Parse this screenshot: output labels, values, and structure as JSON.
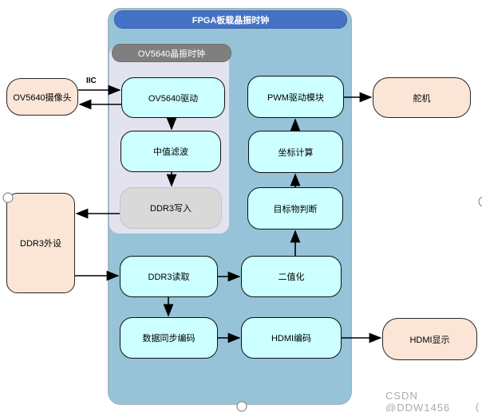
{
  "diagram": {
    "title_bar": "FPGA板载晶振时钟",
    "sub_title_bar": "OV5640晶振时钟",
    "blocks": {
      "ov5640_driver": "OV5640驱动",
      "median_filter": "中值滤波",
      "ddr3_write": "DDR3写入",
      "ddr3_read": "DDR3读取",
      "data_sync_encoding": "数据同步编码",
      "binarization": "二值化",
      "hdmi_encoding": "HDMI编码",
      "target_detection": "目标物判断",
      "coordinate_calc": "坐标计算",
      "pwm_driver": "PWM驱动模块"
    },
    "peripherals": {
      "ov5640_camera": "OV5640摄像头",
      "ddr3_peripheral": "DDR3外设",
      "servo": "舵机",
      "hdmi_display": "HDMI显示"
    },
    "edge_labels": {
      "iic": "IIC"
    },
    "colors": {
      "domain_fill": "#96C3D8",
      "domain_title_fill": "#4472C4",
      "sub_domain_fill": "#E2E3EF",
      "sub_domain_title_fill": "#7F7F7F",
      "module_fill": "#CCFFFF",
      "ddr3_write_fill": "#D9D9D9",
      "peripheral_fill": "#FBE5D6",
      "arrow_color": "#000000"
    }
  },
  "watermark": "CSDN @DDW1456",
  "watermark_fragment": "("
}
